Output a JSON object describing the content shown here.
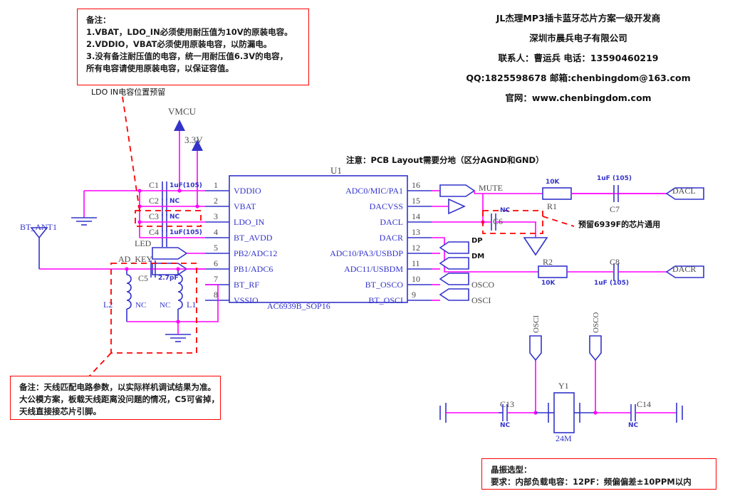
{
  "header": {
    "lines": [
      "JL杰理MP3插卡蓝牙芯片方案一级开发商",
      "深圳市晨兵电子有限公司",
      "联系人：曹运兵   电话：13590460219",
      "QQ:1825598678 邮箱:chenbingdom@163.com",
      "官网：www.chenbingdom.com"
    ]
  },
  "notes": {
    "capacitor_note": {
      "title": "备注：",
      "lines": [
        "备注：",
        "1.VBAT，LDO_IN必须使用耐压值为10V的原装电容。",
        "2.VDDIO，VBAT必须使用原装电容，以防漏电。",
        "3.没有备注耐压值的电容，统一用耐压值6.3V的电容，",
        "所有电容请使用原装电容，以保证容值。"
      ]
    },
    "antenna_note": {
      "lines": [
        "备注：天线匹配电路参数，以实际样机调试结果为准。",
        "大公模方案，板载天线距离没问题的情况，C5可省掉，",
        "天线直接接芯片引脚。"
      ]
    },
    "crystal_note": {
      "lines": [
        "晶振选型：",
        "要求：内部负载电容：12PF：频偏偏差±10PPM以内"
      ]
    },
    "pcb_layout_note": "注意：PCB Layout需要分地（区分AGND和GND）",
    "ldo_in_note": "LDO IN电容位置预留",
    "reserved_6939f_note": "预留6939F的芯片通用"
  },
  "ic": {
    "designator": "U1",
    "part_number": "AC6939B_SOP16",
    "left_pins": [
      {
        "num": "1",
        "name": "VDDIO"
      },
      {
        "num": "2",
        "name": "VBAT"
      },
      {
        "num": "3",
        "name": "LDO_IN"
      },
      {
        "num": "4",
        "name": "BT_AVDD"
      },
      {
        "num": "5",
        "name": "PB2/ADC12"
      },
      {
        "num": "6",
        "name": "PB1/ADC6"
      },
      {
        "num": "7",
        "name": "BT_RF"
      },
      {
        "num": "8",
        "name": "VSSIO"
      }
    ],
    "right_pins": [
      {
        "num": "16",
        "name": "ADC0/MIC/PA1"
      },
      {
        "num": "15",
        "name": "DACVSS"
      },
      {
        "num": "14",
        "name": "DACL"
      },
      {
        "num": "13",
        "name": "DACR"
      },
      {
        "num": "12",
        "name": "ADC10/PA3/USBDP"
      },
      {
        "num": "11",
        "name": "ADC11/USBDM"
      },
      {
        "num": "10",
        "name": "BT_OSCO"
      },
      {
        "num": "9",
        "name": "BT_OSCI"
      }
    ]
  },
  "power": {
    "vmcu": "VMCU",
    "rail_3v3": "3.3V"
  },
  "components": {
    "c1": {
      "ref": "C1",
      "value": "1uF(105)"
    },
    "c2": {
      "ref": "C2",
      "value": "NC"
    },
    "c3": {
      "ref": "C3",
      "value": "NC"
    },
    "c4": {
      "ref": "C4",
      "value": "1uF(105)"
    },
    "c5": {
      "ref": "C5",
      "value": "2.7pF"
    },
    "c6": {
      "ref": "C6",
      "value": "NC"
    },
    "c7": {
      "ref": "C7",
      "value": "1uF (105)"
    },
    "c8": {
      "ref": "C8",
      "value": "1uF (105)"
    },
    "c13": {
      "ref": "C13",
      "value": "NC"
    },
    "c14": {
      "ref": "C14",
      "value": "NC"
    },
    "r1": {
      "ref": "R1",
      "value": "10K"
    },
    "r2": {
      "ref": "R2",
      "value": "10K"
    },
    "l1": {
      "ref": "L1",
      "value": "NC"
    },
    "l2": {
      "ref": "L2",
      "value": "NC"
    },
    "y1": {
      "ref": "Y1",
      "value": "24M"
    }
  },
  "ports": {
    "bt_ant1": "BT_ANT1",
    "led": "LED",
    "ad_key": "AD_KEY",
    "mute": "MUTE",
    "dp": "DP",
    "dm": "DM",
    "osco": "OSCO",
    "osci": "OSCI",
    "dacl": "DACL",
    "dacr": "DACR",
    "xtal_osci": "OSCI",
    "xtal_osco": "OSCO"
  },
  "colors": {
    "wire": "#ff00ff",
    "symbol": "#3333cc",
    "note_border": "#ff0000",
    "text": "#111111"
  }
}
